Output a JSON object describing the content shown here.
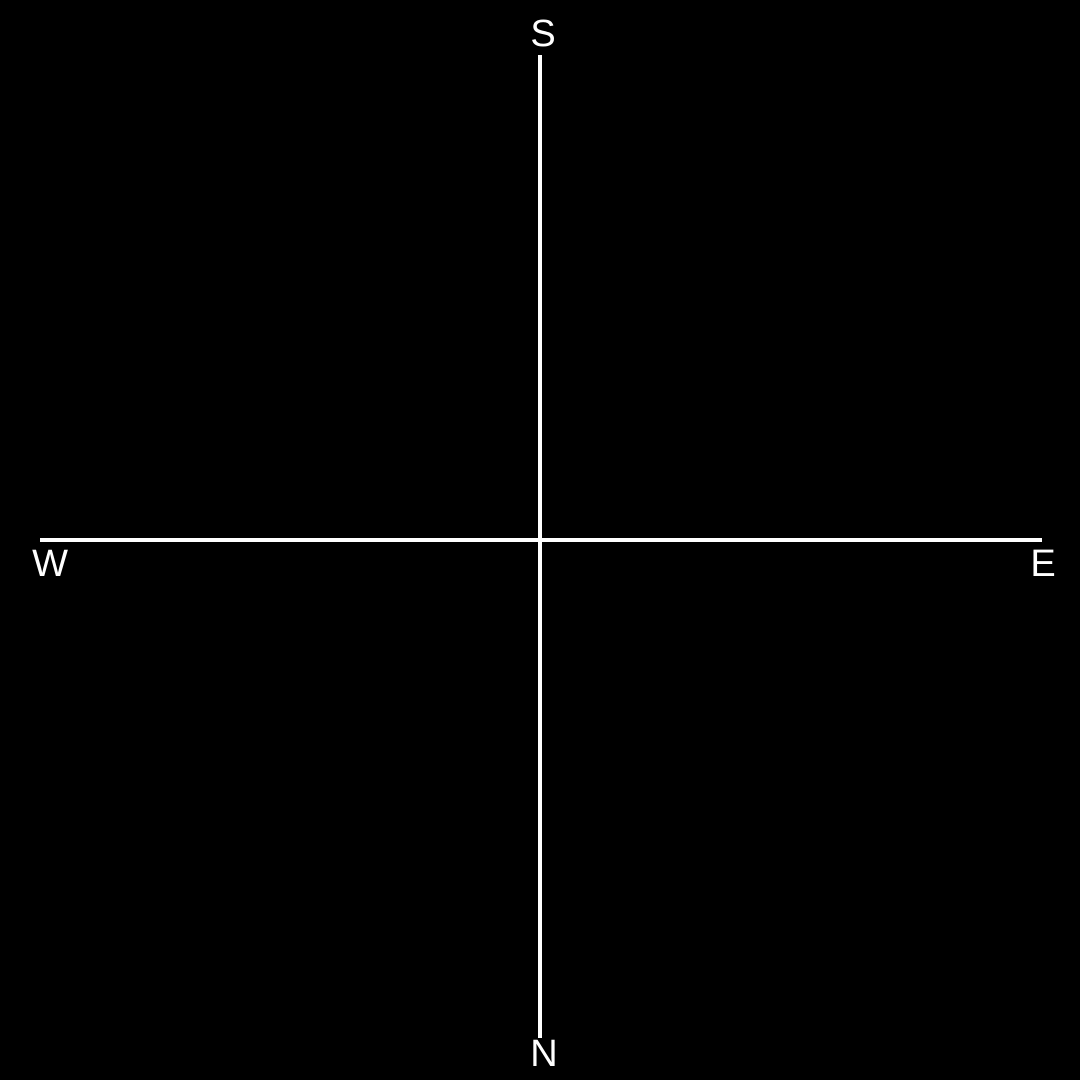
{
  "compass": {
    "top_label": "S",
    "bottom_label": "N",
    "left_label": "W",
    "right_label": "E"
  },
  "colors": {
    "background": "#000000",
    "foreground": "#ffffff"
  }
}
